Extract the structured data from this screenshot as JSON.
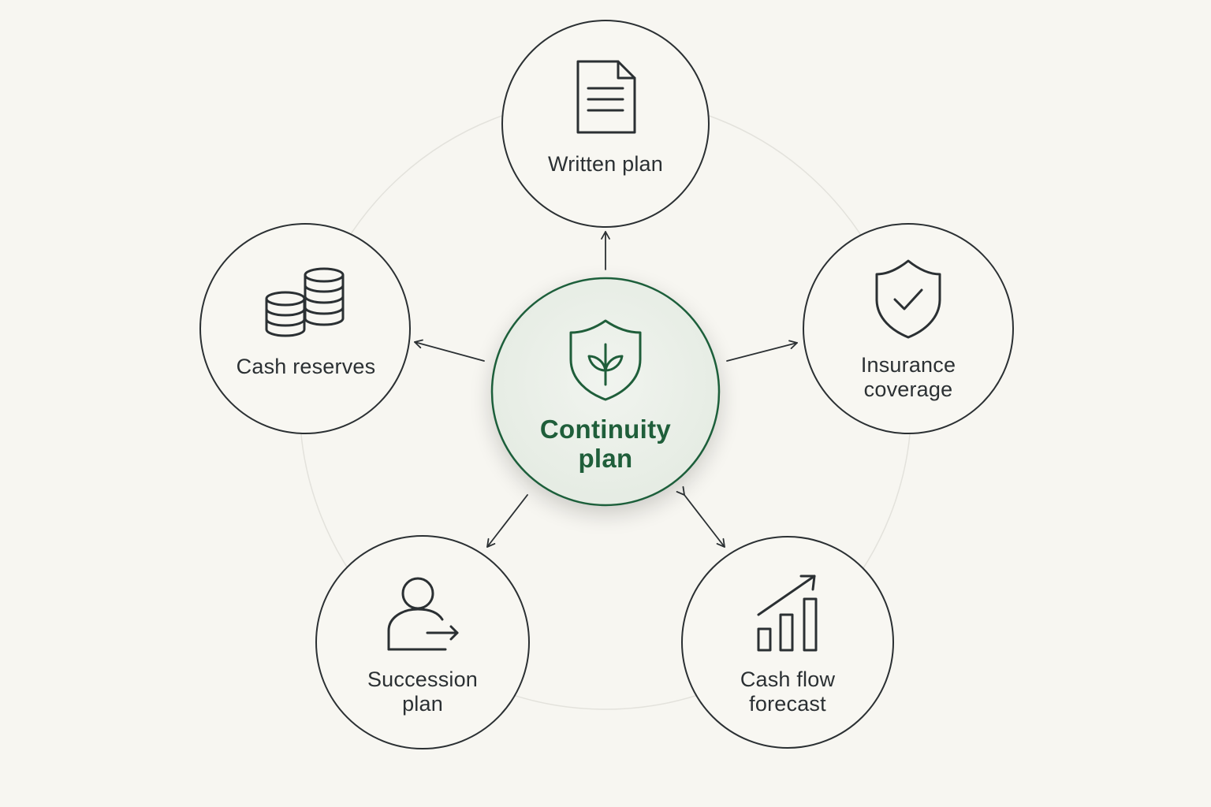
{
  "colors": {
    "background": "#f7f6f1",
    "stroke": "#2b3033",
    "accent": "#1f5e3a",
    "ring": "#e3e2dc",
    "center_fill": "#e9efe8"
  },
  "center": {
    "icon": "shield-leaf-icon",
    "label_line1": "Continuity",
    "label_line2": "plan"
  },
  "nodes": {
    "written_plan": {
      "icon": "document-icon",
      "label_line1": "Written plan"
    },
    "insurance": {
      "icon": "shield-check-icon",
      "label_line1": "Insurance",
      "label_line2": "coverage"
    },
    "cash_flow": {
      "icon": "chart-up-icon",
      "label_line1": "Cash flow",
      "label_line2": "forecast"
    },
    "succession": {
      "icon": "person-arrow-icon",
      "label_line1": "Succession",
      "label_line2": "plan"
    },
    "cash_reserves": {
      "icon": "coins-icon",
      "label_line1": "Cash reserves"
    }
  }
}
